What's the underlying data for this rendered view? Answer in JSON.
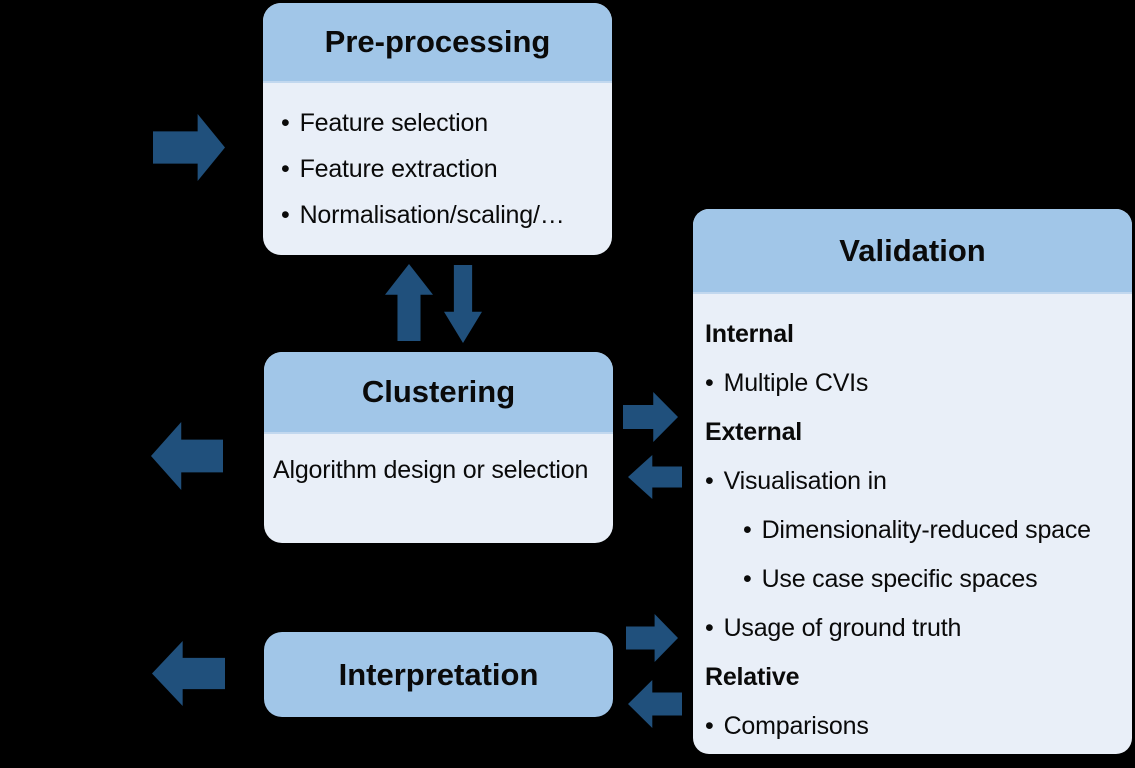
{
  "diagram": {
    "description": "Clustering workflow diagram on black background",
    "background_color": "#000000",
    "colors": {
      "box_header_blue": "#a1c6e8",
      "box_body_blue": "#e9eff8",
      "arrow_dark_blue": "#20507c",
      "text": "#0a0a0a"
    },
    "bullet_char": "•",
    "boxes": {
      "preprocessing": {
        "title": "Pre-processing",
        "items": [
          "Feature selection",
          "Feature extraction",
          "Normalisation/scaling/…"
        ]
      },
      "clustering": {
        "title": "Clustering",
        "body": "Algorithm design or selection"
      },
      "interpretation": {
        "title": "Interpretation"
      },
      "validation": {
        "title": "Validation",
        "lines": [
          {
            "style": "heading",
            "text": "Internal"
          },
          {
            "style": "bullet",
            "text": "Multiple CVIs"
          },
          {
            "style": "heading",
            "text": "External"
          },
          {
            "style": "bullet",
            "text": "Visualisation in"
          },
          {
            "style": "sub-bullet",
            "text": "Dimensionality-reduced space"
          },
          {
            "style": "sub-bullet",
            "text": "Use case specific spaces"
          },
          {
            "style": "bullet",
            "text": "Usage of ground truth"
          },
          {
            "style": "heading",
            "text": "Relative"
          },
          {
            "style": "bullet",
            "text": "Comparisons"
          }
        ]
      }
    },
    "arrows": [
      {
        "name": "flow-in-arrow",
        "direction": "right",
        "from": "outside",
        "to": "preprocessing"
      },
      {
        "name": "clustering-to-preprocessing-up-arrow",
        "direction": "up",
        "from": "clustering",
        "to": "preprocessing"
      },
      {
        "name": "preprocessing-to-clustering-down-arrow",
        "direction": "down",
        "from": "preprocessing",
        "to": "clustering"
      },
      {
        "name": "clustering-out-left-arrow",
        "direction": "left",
        "from": "clustering",
        "to": "outside"
      },
      {
        "name": "clustering-to-validation-arrow",
        "direction": "right",
        "from": "clustering",
        "to": "validation"
      },
      {
        "name": "validation-to-clustering-arrow",
        "direction": "left",
        "from": "validation",
        "to": "clustering"
      },
      {
        "name": "interpretation-out-left-arrow",
        "direction": "left",
        "from": "interpretation",
        "to": "outside"
      },
      {
        "name": "interpretation-to-validation-arrow",
        "direction": "right",
        "from": "interpretation",
        "to": "validation"
      },
      {
        "name": "validation-to-interpretation-arrow",
        "direction": "left",
        "from": "validation",
        "to": "interpretation"
      }
    ]
  }
}
